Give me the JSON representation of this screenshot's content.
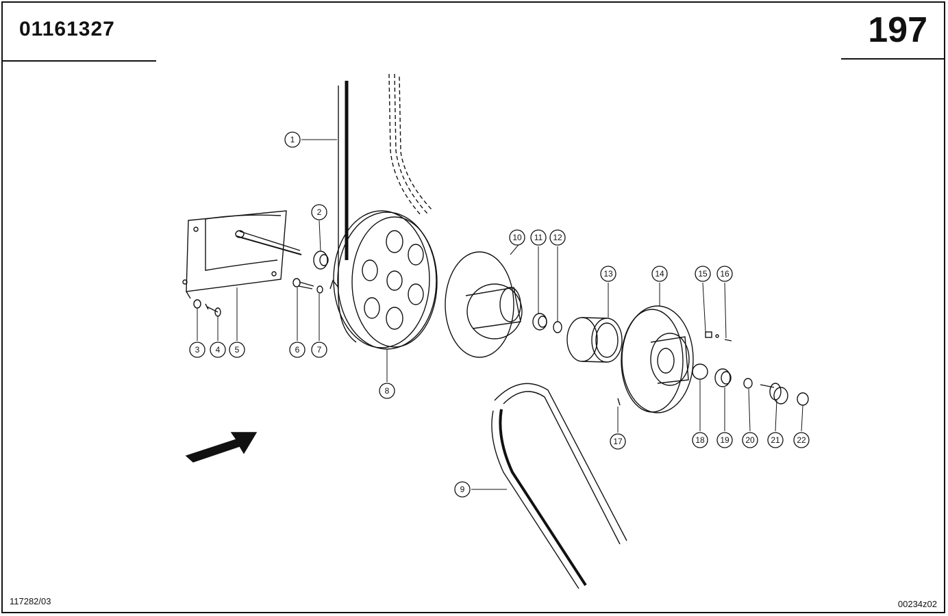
{
  "header": {
    "part_number": "01161327",
    "page_number": "197"
  },
  "footer": {
    "left_code": "117282/03",
    "right_code": "00234z02"
  },
  "callouts": [
    "1",
    "2",
    "3",
    "4",
    "5",
    "6",
    "7",
    "8",
    "9",
    "10",
    "11",
    "12",
    "13",
    "14",
    "15",
    "16",
    "17",
    "18",
    "19",
    "20",
    "21",
    "22"
  ]
}
